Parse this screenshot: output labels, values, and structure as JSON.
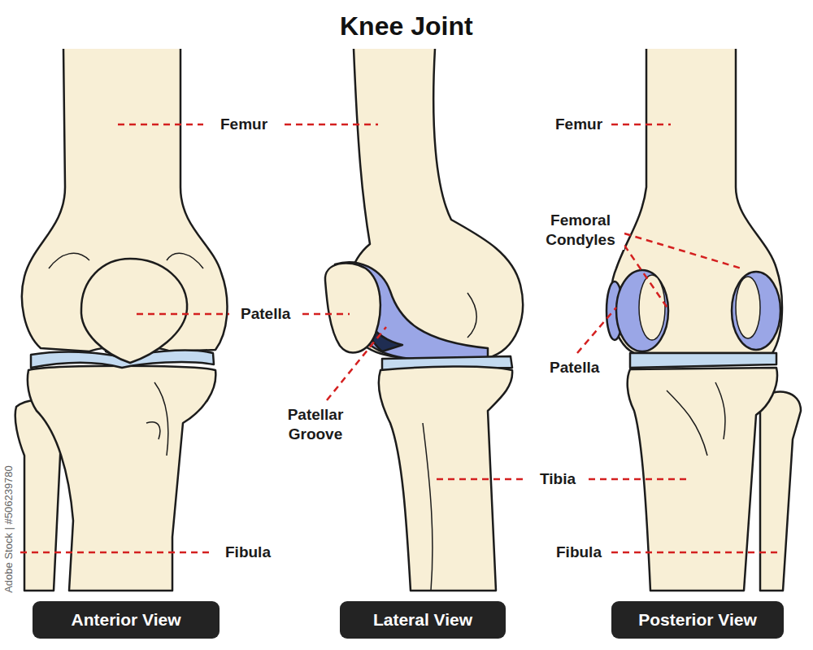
{
  "diagram": {
    "title": "Knee Joint",
    "nodes": [
      {
        "text": [
          "Anterior View"
        ]
      },
      {
        "text": [
          "Lateral View"
        ]
      },
      {
        "text": [
          "Posterior View"
        ]
      }
    ],
    "edges": [],
    "labels": [
      "Femur",
      "Femur",
      "Femoral Condyles",
      "Patella",
      "Patellar Groove",
      "Patella",
      "Tibia",
      "Fibula",
      "Fibula",
      "Adobe Stock | #506239780"
    ]
  }
}
